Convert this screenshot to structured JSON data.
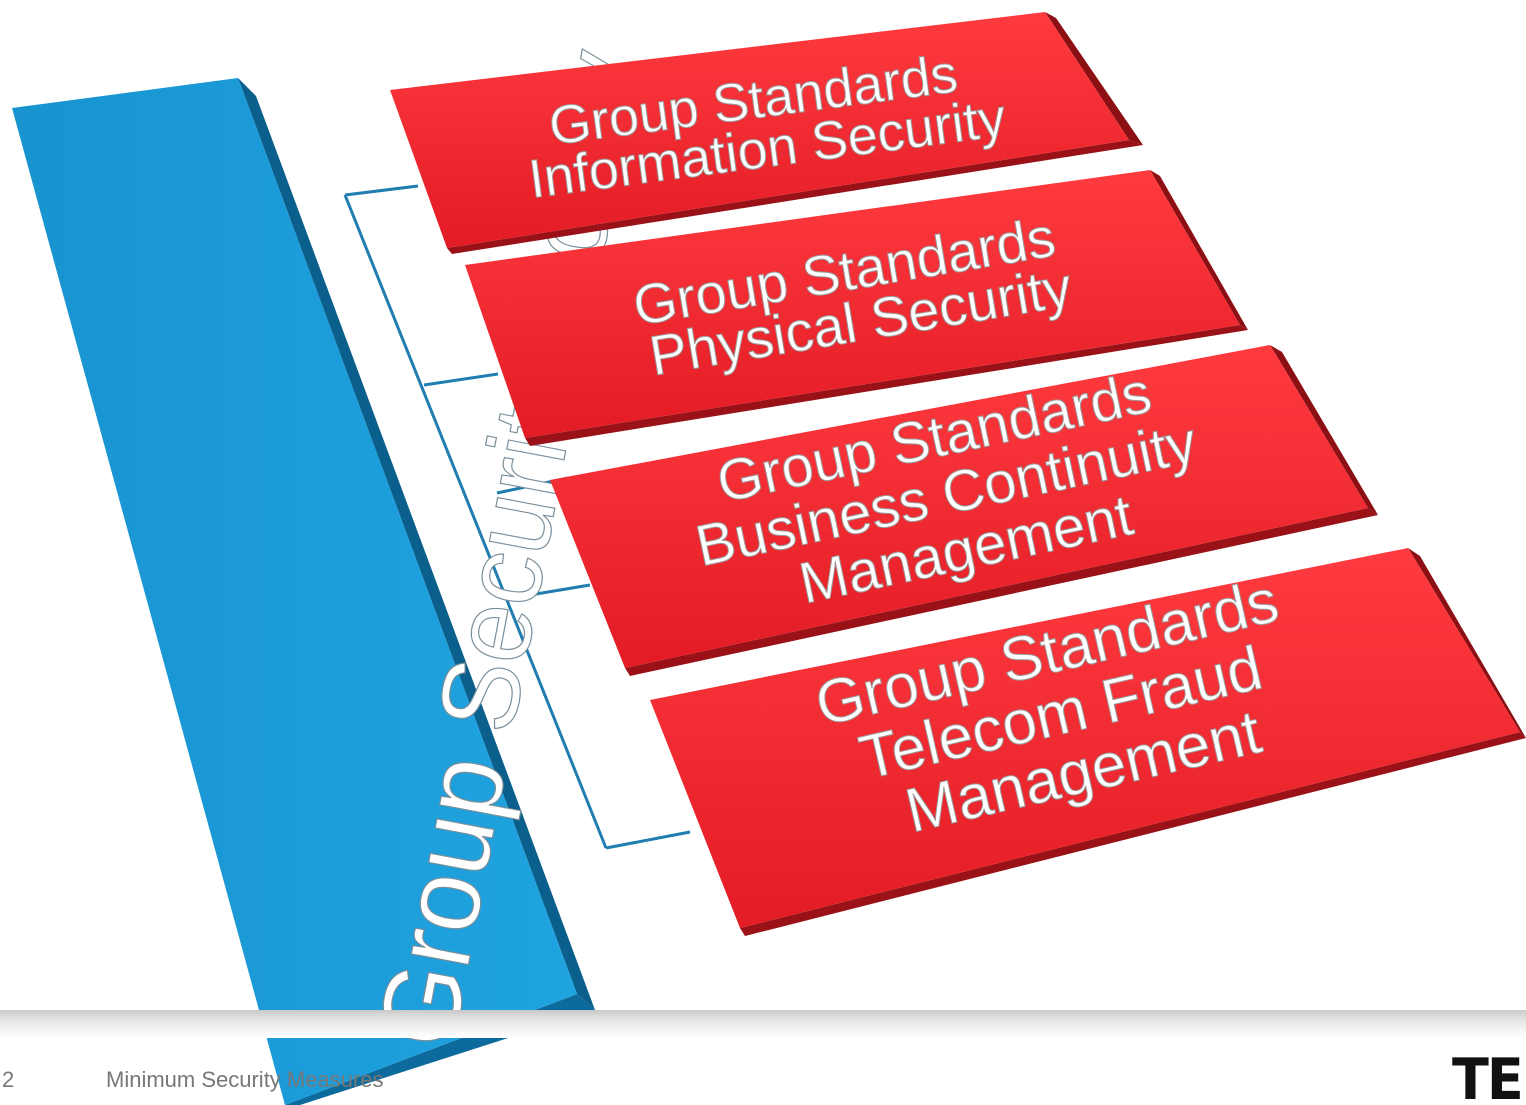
{
  "policy": {
    "label": "Group Security Policy",
    "color": "#1a9ad6"
  },
  "standards": [
    {
      "lines": [
        "Group Standards",
        "Information Security"
      ]
    },
    {
      "lines": [
        "Group Standards",
        "Physical Security"
      ]
    },
    {
      "lines": [
        "Group Standards",
        "Business Continuity",
        "Management"
      ]
    },
    {
      "lines": [
        "Group Standards",
        "Telecom Fraud",
        "Management"
      ]
    }
  ],
  "standard_color": "#e8212b",
  "connector_color": "#1f7db0",
  "footer": {
    "page_number": "2",
    "title": "Minimum Security Measures",
    "logo": "TEL"
  }
}
